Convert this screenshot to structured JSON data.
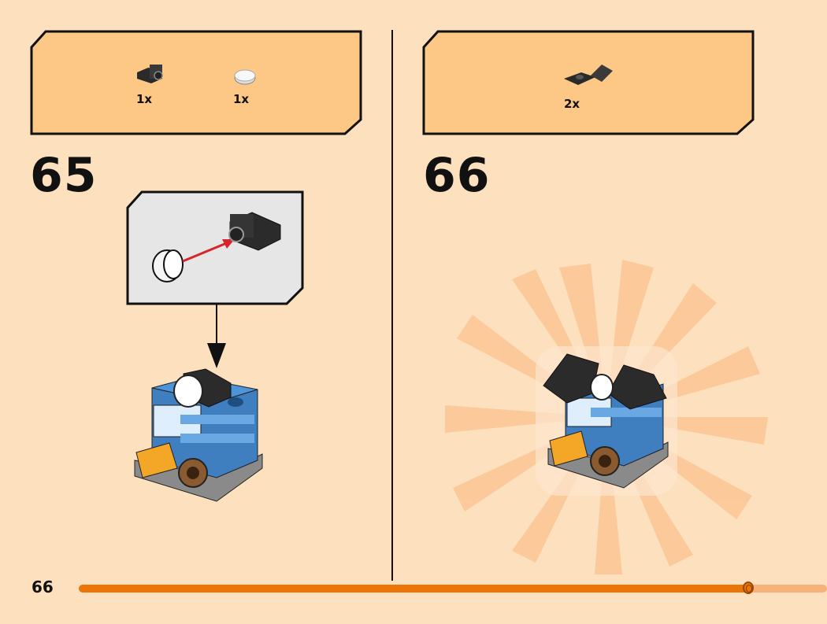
{
  "steps": [
    {
      "number": "65",
      "parts": [
        {
          "icon": "black-bracket-brick-icon",
          "qty": "1x"
        },
        {
          "icon": "white-round-tile-icon",
          "qty": "1x"
        }
      ]
    },
    {
      "number": "66",
      "parts": [
        {
          "icon": "black-slope-bracket-icon",
          "qty": "2x"
        }
      ]
    }
  ],
  "footer": {
    "page_number": "66",
    "progress_fraction": 0.895
  },
  "colors": {
    "background": "#fde0bd",
    "parts_box": "#fdc785",
    "progress": "#ec7508",
    "arrow_red": "#d7262b"
  }
}
